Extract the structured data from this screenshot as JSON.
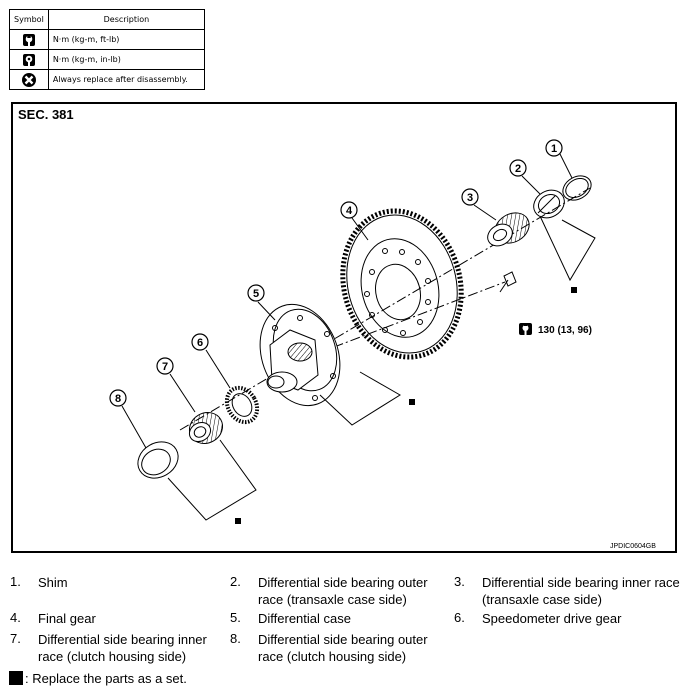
{
  "symbol_table": {
    "header_symbol": "Symbol",
    "header_description": "Description",
    "rows": [
      {
        "icon": "torque-wrench-icon",
        "description": "N·m (kg-m, ft-lb)"
      },
      {
        "icon": "torque-wrench-small-icon",
        "description": "N·m (kg-m, in-lb)"
      },
      {
        "icon": "always-replace-icon",
        "description": "Always replace after disassembly."
      }
    ]
  },
  "diagram": {
    "section": "SEC. 381",
    "image_code": "JPDIC0604GB",
    "torque_value": "130 (13, 96)",
    "callouts": [
      "1",
      "2",
      "3",
      "4",
      "5",
      "6",
      "7",
      "8"
    ]
  },
  "legend": [
    {
      "num": "1.",
      "text": "Shim"
    },
    {
      "num": "2.",
      "text": "Differential side bearing outer race (transaxle case side)"
    },
    {
      "num": "3.",
      "text": "Differential side bearing inner race (transaxle case side)"
    },
    {
      "num": "4.",
      "text": "Final gear"
    },
    {
      "num": "5.",
      "text": "Differential case"
    },
    {
      "num": "6.",
      "text": "Speedometer drive gear"
    },
    {
      "num": "7.",
      "text": "Differential side bearing inner race (clutch housing side)"
    },
    {
      "num": "8.",
      "text": "Differential side bearing outer race (clutch housing side)"
    }
  ],
  "note": ": Replace the parts as a set."
}
